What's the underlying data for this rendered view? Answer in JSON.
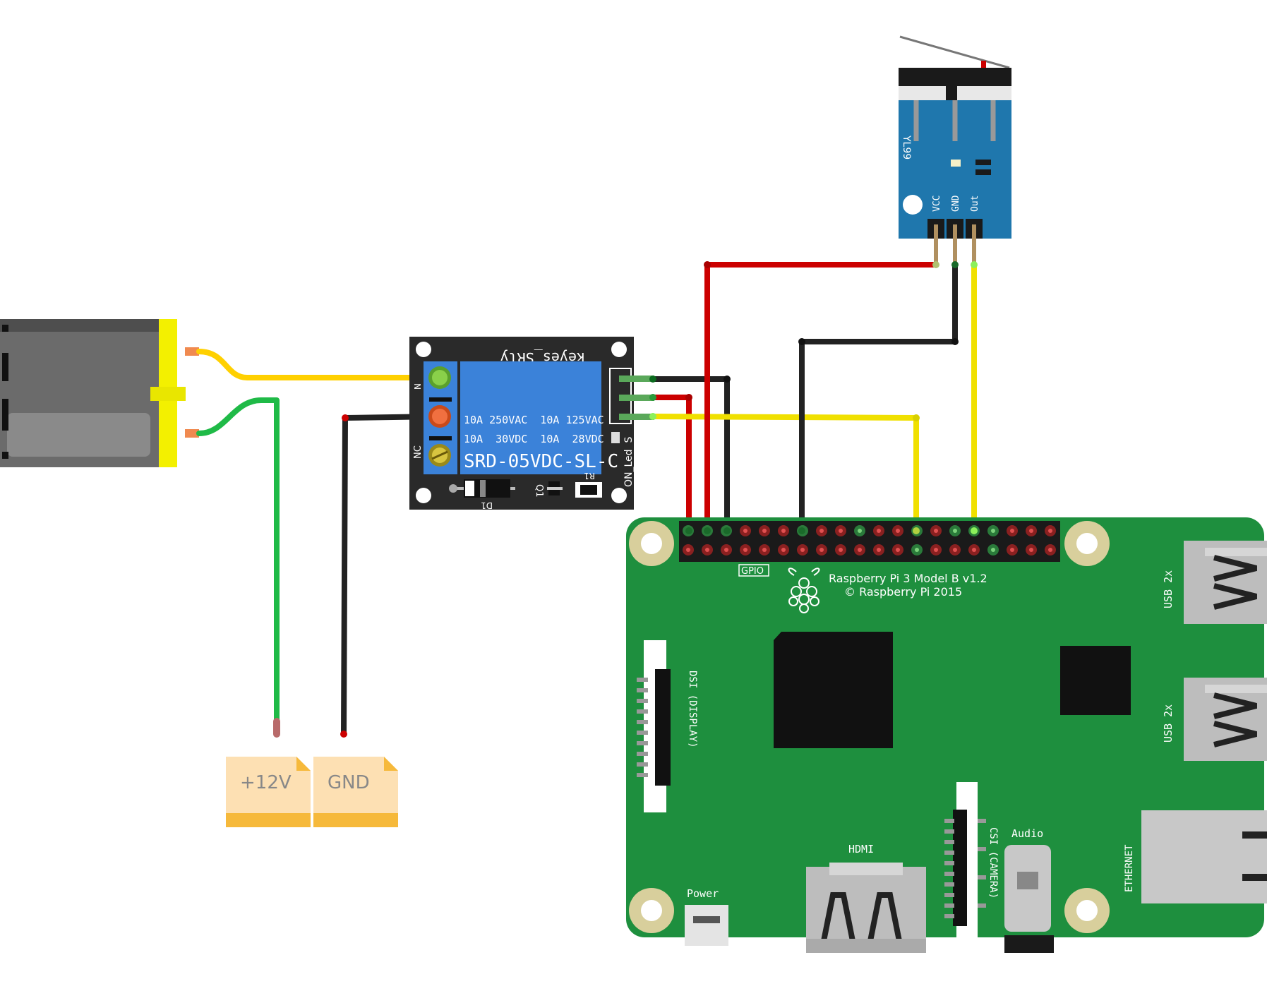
{
  "relay": {
    "brand": "keyes_SRly",
    "rating_line1": "10A 250VAC  10A 125VAC",
    "rating_line2": "10A  30VDC  10A  28VDC",
    "model": "SRD-05VDC-SL-C",
    "pin_label_no": "N",
    "pin_label_nc": "NC",
    "diode_label": "D1",
    "transistor_label": "Q1",
    "resistor_label": "R1",
    "side_label": "ON_Led  S"
  },
  "sensor": {
    "code": "YL99",
    "pin_vcc": "VCC",
    "pin_gnd": "GND",
    "pin_out": "Out"
  },
  "supply": {
    "positive": "+12V",
    "ground": "GND"
  },
  "pi": {
    "gpio_label": "GPIO",
    "model": "Raspberry Pi 3 Model B v1.2",
    "copyright": "© Raspberry Pi 2015",
    "dsi": "DSI (DISPLAY)",
    "csi": "CSI (CAMERA)",
    "hdmi": "HDMI",
    "audio": "Audio",
    "power": "Power",
    "usb_top": "USB 2x",
    "usb_bottom": "USB 2x",
    "ethernet": "ETHERNET"
  },
  "colors": {
    "board_green": "#1e8f3e",
    "relay_blue": "#3b82d9",
    "sensor_blue": "#1f77ad",
    "wire_red": "#cc0000",
    "wire_black": "#222222",
    "wire_yellow": "#f0e000",
    "wire_green": "#1fba47",
    "wire_orange_yellow": "#ffd000",
    "label_fill": "#fde0b3",
    "label_bar": "#f6b93b"
  }
}
